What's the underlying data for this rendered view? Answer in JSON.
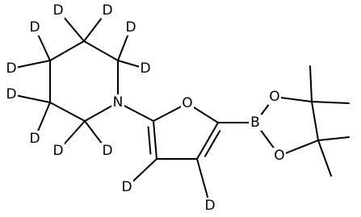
{
  "molecule": {
    "atoms": {
      "n1": "N",
      "o_furan": "O",
      "b": "B",
      "o_ring_top": "O",
      "o_ring_bottom": "O",
      "d_p1": "D",
      "d_p2": "D",
      "d_p3": "D",
      "d_p4": "D",
      "d_p5": "D",
      "d_p6": "D",
      "d_p7": "D",
      "d_p8": "D",
      "d_p9": "D",
      "d_p10": "D",
      "d_f1": "D",
      "d_f2": "D"
    },
    "colors": {
      "bond": "#000000",
      "label": "#000000",
      "background": "#ffffff"
    }
  }
}
